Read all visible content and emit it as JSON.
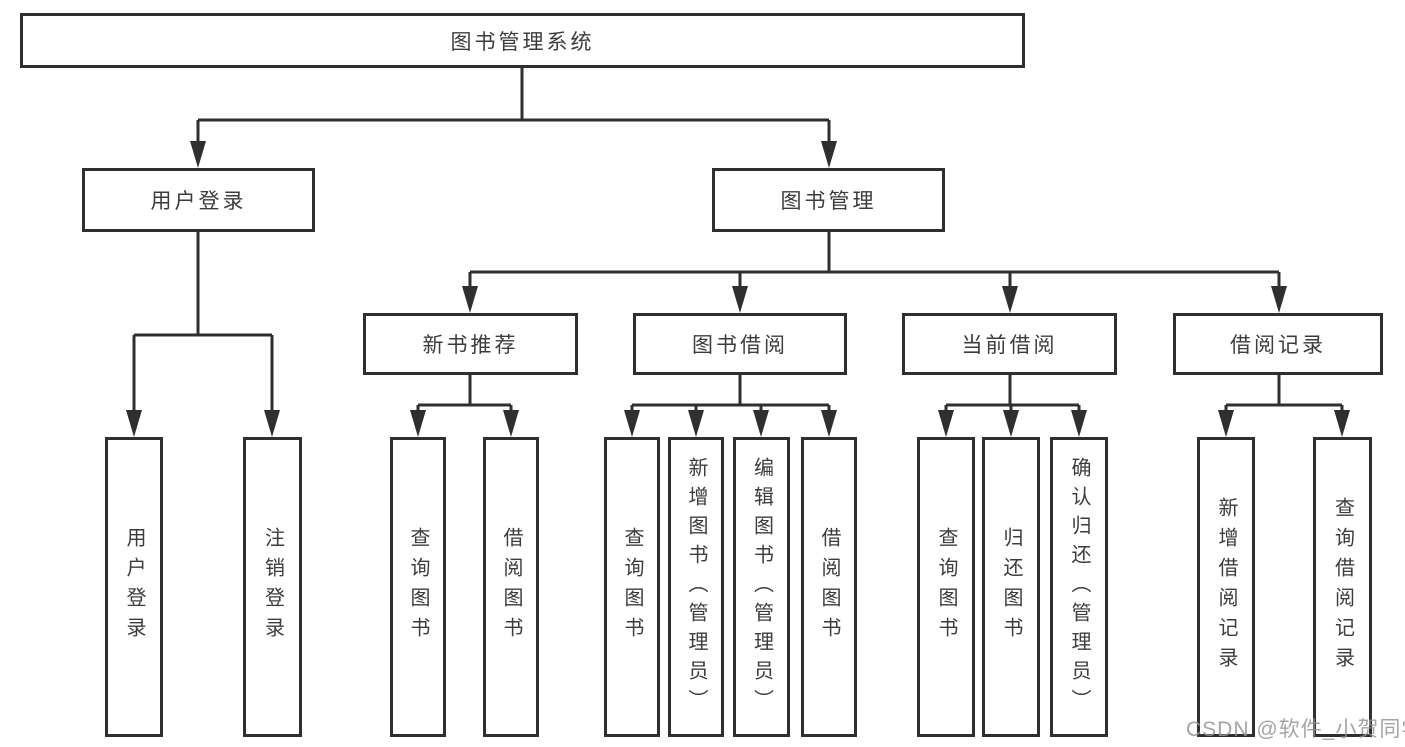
{
  "diagram": {
    "type": "hierarchy-tree",
    "line_color": "#2f2f2f",
    "text_color": "#3c3c3c",
    "background": "#ffffff"
  },
  "nodes": {
    "root": "图书管理系统",
    "user_login": "用户登录",
    "book_mgmt": "图书管理",
    "new_book_rec": "新书推荐",
    "book_borrow": "图书借阅",
    "cur_borrow": "当前借阅",
    "borrow_rec": "借阅记录",
    "ul_login": "用户登录",
    "ul_logout": "注销登录",
    "nb_query": "查询图书",
    "nb_borrow": "借阅图书",
    "bb_query": "查询图书",
    "bb_add": "新增图书（管理员）",
    "bb_edit": "编辑图书（管理员）",
    "bb_borrow": "借阅图书",
    "cb_query": "查询图书",
    "cb_return": "归还图书",
    "cb_confirm": "确认归还（管理员）",
    "br_add": "新增借阅记录",
    "br_query": "查询借阅记录"
  },
  "hierarchy": {
    "图书管理系统": {
      "用户登录": [
        "用户登录",
        "注销登录"
      ],
      "图书管理": {
        "新书推荐": [
          "查询图书",
          "借阅图书"
        ],
        "图书借阅": [
          "查询图书",
          "新增图书（管理员）",
          "编辑图书（管理员）",
          "借阅图书"
        ],
        "当前借阅": [
          "查询图书",
          "归还图书",
          "确认归还（管理员）"
        ],
        "借阅记录": [
          "新增借阅记录",
          "查询借阅记录"
        ]
      }
    }
  },
  "watermark": {
    "text": "CSDN @软件_小贺同学",
    "color": "#949494"
  }
}
